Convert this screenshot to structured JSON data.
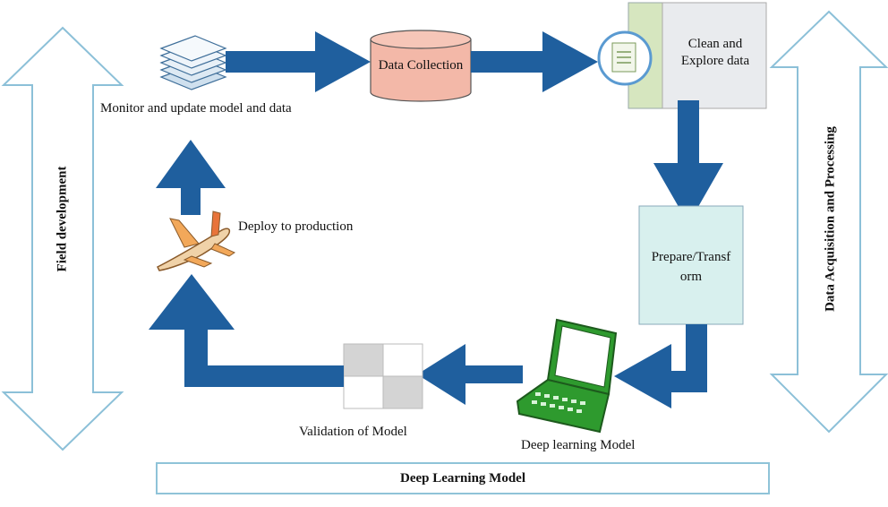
{
  "labels": {
    "data_collection": "Data Collection",
    "clean_explore": "Clean and Explore data",
    "prepare_transform": "Prepare/Transf orm",
    "deep_learning_model_node": "Deep learning Model",
    "validation": "Validation of Model",
    "deploy": "Deploy to production",
    "monitor": "Monitor and update model and data"
  },
  "side_labels": {
    "left": "Field development",
    "right": "Data Acquisition and Processing"
  },
  "bottom_label": "Deep Learning Model",
  "colors": {
    "arrow_blue": "#1f5f9e",
    "cylinder_fill": "#f3b8a8",
    "box_fill": "#d8f0ee",
    "side_arrow_stroke": "#7fb9d4",
    "laptop_green": "#2e9a2e"
  }
}
